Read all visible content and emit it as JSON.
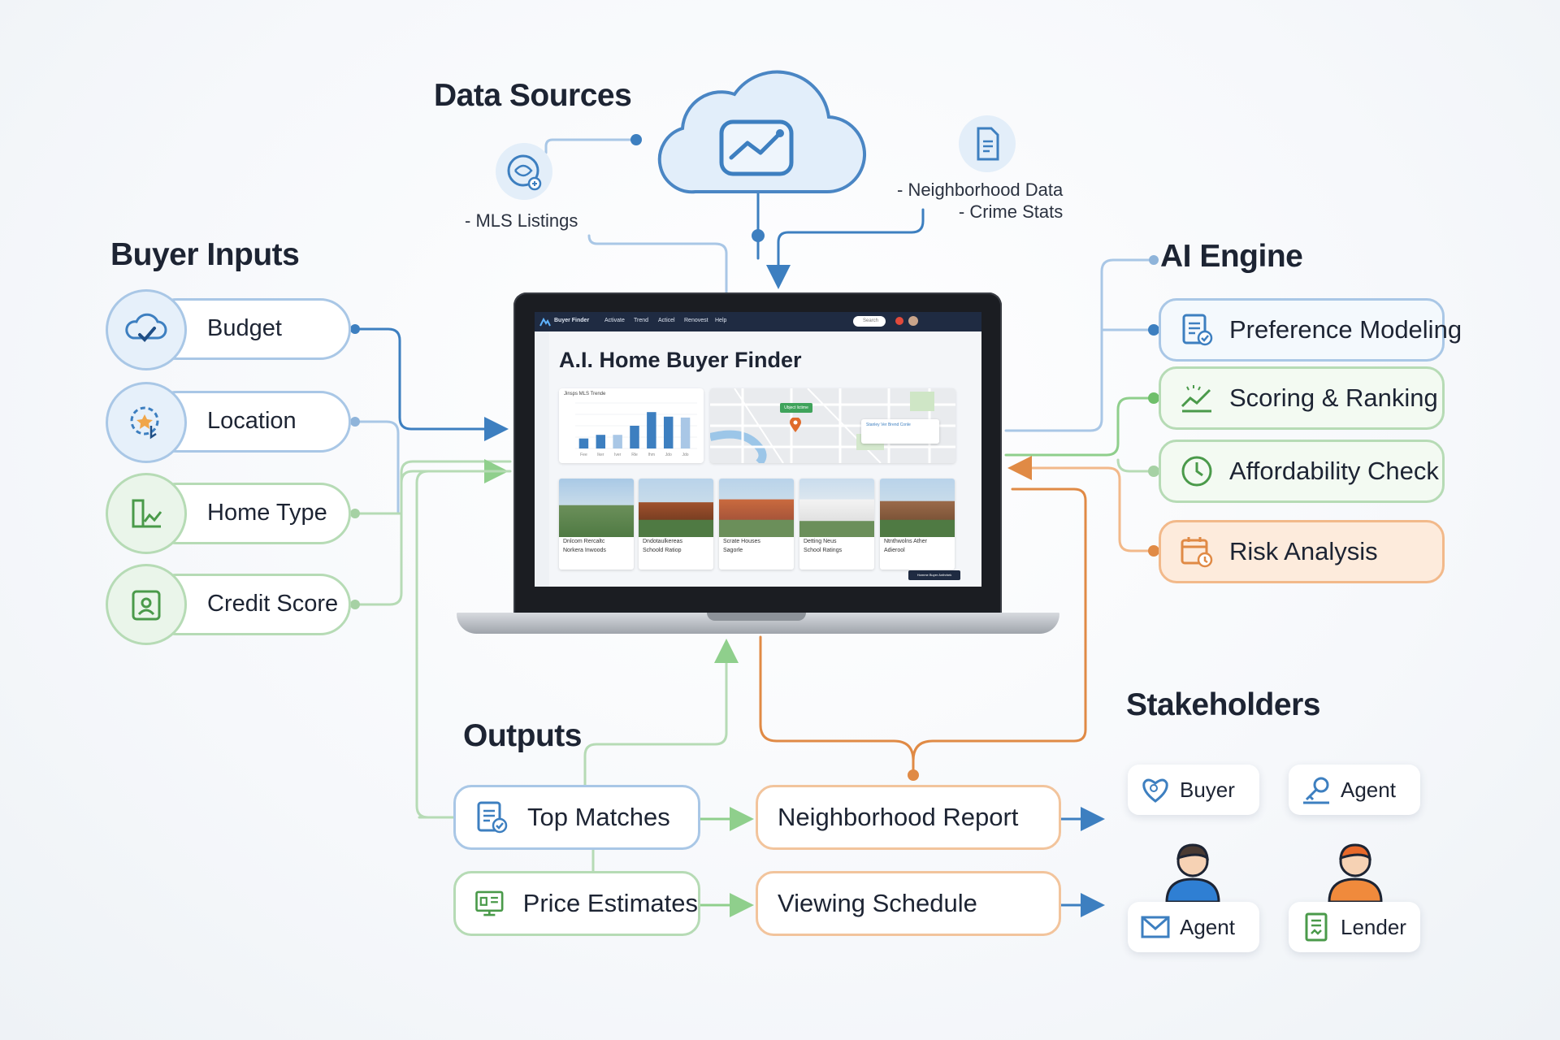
{
  "sections": {
    "data_sources": "Data Sources",
    "buyer_inputs": "Buyer Inputs",
    "ai_engine": "AI Engine",
    "outputs": "Outputs",
    "stakeholders": "Stakeholders"
  },
  "data_sources": {
    "mls": "- MLS Listings",
    "neighborhood": "- Neighborhood Data\n- Crime Stats"
  },
  "buyer_inputs": [
    "Budget",
    "Location",
    "Home Type",
    "Credit Score"
  ],
  "ai_engine": [
    "Preference Modeling",
    "Scoring & Ranking",
    "Affordability Check",
    "Risk Analysis"
  ],
  "outputs": [
    "Top Matches",
    "Price Estimates",
    "Neighborhood Report",
    "Viewing Schedule"
  ],
  "stakeholders": [
    "Buyer",
    "Agent",
    "Agent",
    "Lender"
  ],
  "app": {
    "brand": "Buyer Finder",
    "nav": [
      "Activate",
      "Trend",
      "Acticel",
      "Renovest",
      "Help"
    ],
    "search_placeholder": "Search",
    "title": "A.I. Home Buyer Finder",
    "chart_label": "Jinsps MLS Trende",
    "map_label": "Ubject lictime",
    "map_popup": "Stanley Ver Brend Conle",
    "listing_labels": [
      "Norkera Inwoods",
      "Schoold Ratiop",
      "Sagorle",
      "School Ratings",
      "Adierool"
    ],
    "card_badges": [
      "Dnlcom Rercaltc",
      "Dndotaulkereas",
      "Scrate Houses",
      "Detting Neus",
      "Ntnthwolns Ather"
    ],
    "footer_button": "Homme Buyer Anthrbek"
  },
  "chart_data": {
    "type": "bar",
    "categories": [
      "Fee",
      "Iker",
      "Iver",
      "Rle",
      "Ihm",
      "Jdo",
      "Jdo"
    ],
    "values": [
      22,
      30,
      30,
      50,
      80,
      70,
      68
    ]
  },
  "colors": {
    "blue": "#3d7fc0",
    "green": "#8fcf8c",
    "orange": "#e08a45",
    "light_blue_border": "#a9c7e6",
    "light_green_border": "#b6dbb5"
  }
}
